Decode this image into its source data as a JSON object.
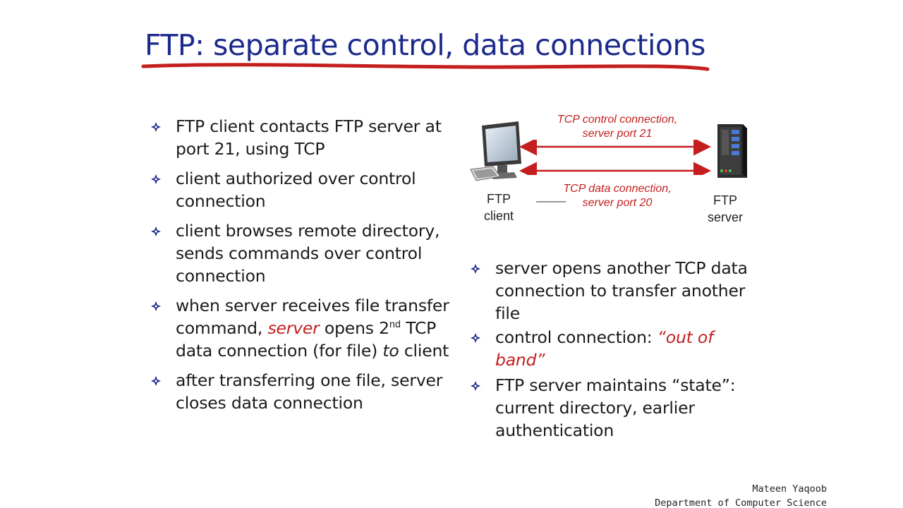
{
  "slide": {
    "title": "FTP: separate control, data connections",
    "left_bullets": [
      {
        "parts": [
          {
            "t": "FTP client contacts FTP server at port 21, using TCP"
          }
        ]
      },
      {
        "parts": [
          {
            "t": "client authorized over control connection"
          }
        ]
      },
      {
        "parts": [
          {
            "t": "client browses remote directory, sends commands over control connection"
          }
        ]
      },
      {
        "parts": [
          {
            "t": "when server receives file transfer command, "
          },
          {
            "t": "server",
            "style": "red"
          },
          {
            "t": " opens 2"
          },
          {
            "t": "nd",
            "style": "sup"
          },
          {
            "t": " TCP data connection (for file) "
          },
          {
            "t": "to",
            "style": "ital"
          },
          {
            "t": " client"
          }
        ]
      },
      {
        "parts": [
          {
            "t": "after transferring one file, server closes data connection"
          }
        ]
      }
    ],
    "right_bullets": [
      {
        "parts": [
          {
            "t": "server opens another TCP data connection to transfer another file"
          }
        ]
      },
      {
        "parts": [
          {
            "t": "control connection: "
          },
          {
            "t": "“out of band”",
            "style": "red"
          }
        ]
      },
      {
        "parts": [
          {
            "t": "FTP server maintains “state”: current directory, earlier authentication"
          }
        ]
      }
    ],
    "diagram": {
      "control_label_1": "TCP control connection,",
      "control_label_2": "server port 21",
      "data_label_1": "TCP data connection,",
      "data_label_2": "server port 20",
      "client_label_1": "FTP",
      "client_label_2": "client",
      "server_label_1": "FTP",
      "server_label_2": "server",
      "client_icon": "computer-icon",
      "server_icon": "server-tower-icon",
      "arrow_color": "#c41e1e"
    },
    "footer": {
      "line1": "Mateen Yaqoob",
      "line2": "Department of Computer Science"
    },
    "colors": {
      "title": "#1b2a8c",
      "accent_red": "#c41e1e",
      "bullet_mark": "#1b2a8c"
    }
  }
}
